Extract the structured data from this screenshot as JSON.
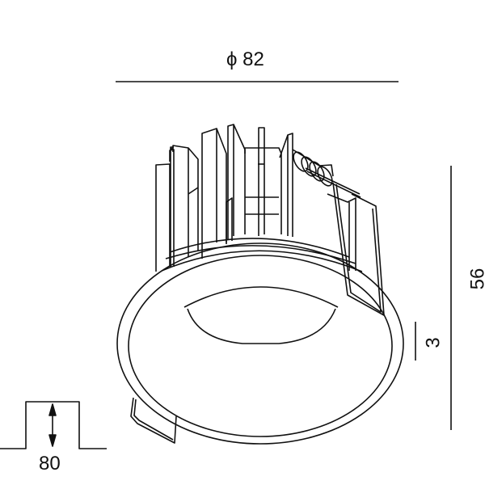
{
  "dimensions": {
    "diameter": "ϕ 82",
    "height": "56",
    "trim_thickness": "3",
    "cutout_depth": "80"
  },
  "colors": {
    "line": "#111111",
    "background": "#ffffff"
  }
}
